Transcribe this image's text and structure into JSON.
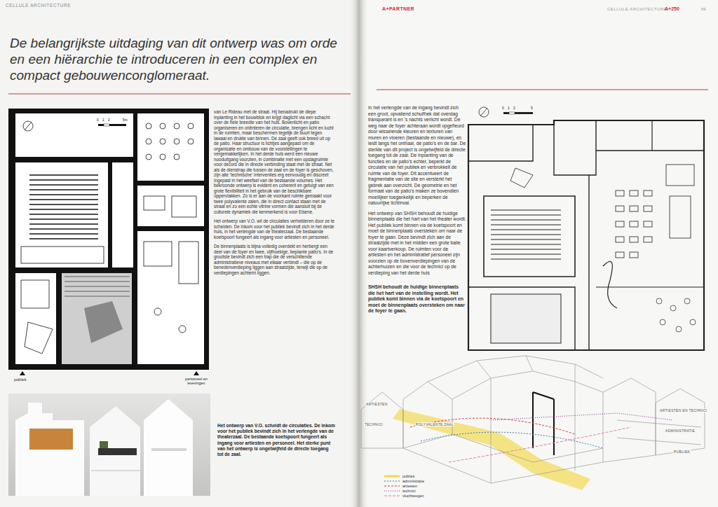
{
  "diagram": {
    "title": "De belangrijkste uitdaging van dit ontwerp was om orde en een hiërarchie te introduceren in een complex en compact gebouwenconglomeraat.",
    "labels": [
      "CELLULE ARCHITECTURE",
      "van Le Rideau met de straat. Hij benadrukt de diepe inplanting in het bouwblok en krijgt daglicht via een schacht over de hele breedte van het huis. Bovenlicht en patio organiseren en oriënteren de circulatie, brengen licht en lucht in de ruimten, maar beschermen tegelijk de buurt tegen lawaai en drukte van binnen. De zaal geeft ook breed uit op de patio. Haar structuur is lichtjes aangepast om de organisatie en ombouw van de voorstellingen te vergemakkelijken. In het derde huis werd een nieuwe nooduitgang voorzien, in combinatie met een opslagruimte voor decors die in directe verbinding staat met de straat. Net als de dienstrap die tussen de zaal en de foyer is geschoven, zijn alle 'technische' interventies erg eenvoudig en discreet ingepast in het weefsel van de bestaande volumes. Het bekroonde ontwerp is evident en coherent en getuigt van een grote flexibiliteit in het gebruik van de beschikbare oppervlakken. Zo is er aan de voorkant ruimte gemaakt voor twee polyvalente zalen, die in direct contact staan met de straat en zo een echte vitrine vormen die aansluit bij de culturele dynamiek die kenmerkend is voor Elsene.",
      "Het ontwerp van V.O. wil de circulaties verhelderen door ze te scheiden. De inkom voor het publiek bevindt zich in het derde huis, in het verlengde van de theaterzaal. De bestaande koetspoort fungeert als ingang voor artiesten en personeel.",
      "De binnenplaats is bijna volledig overdekt en herbergt een deel van de foyer en twee, vijfhoekige, beplante patio's. In de grootste bevindt zich een trap die de verschillende administratieve niveaus met elkaar verbindt – die op de benedenverdieping liggen aan straatzijde, terwijl die op de verdiepingen achterin liggen.",
      "0",
      "1",
      "2",
      "5m",
      "publiek",
      "personeel en leveringen",
      "Het ontwerp van V.O. scheidt de circulaties. De inkom voor het publiek bevindt zich in het verlengde van de theaterzaal. De bestaande koetspoort fungeert als ingang voor artiesten en personeel. Het sterke punt van het ontwerp is ongetwijfeld de directe toegang tot de zaal.",
      "A+PARTNER",
      "CELLULE ARCHITECTURE",
      "A+250",
      "69",
      "In het verlengde van de ingang bevindt zich een groot, opvallend schuifhek dat overdag transparant is en 's nachts verlicht wordt. De weg naar de foyer achteraan wordt opgefleurd door wisselende kleuren en texturen van muren en vloeren (bestaande en nieuwe), en leidt langs het onthaal, de patio's en de bar. De sterkte van dit project is ongetwijfeld de directe toegang tot de zaal. De inplanting van de functies en de patio's echter, beperkt de circulatie van het publiek en verbrokkelt de ruimte van de foyer. Dit accentueert de fragmentatie van de site en versterkt het gebrek aan overzicht. De geometrie en het formaat van de patio's maken ze bovendien moeilijker toegankelijk en beperken de natuurlijke lichtinval.",
      "Het ontwerp van SHSH behoudt de huidige binnenplaats die het hart van het theater wordt. Het publiek komt binnen via de koetspoort en moet de binnenplaats oversteken om naar de foyer te gaan. Deze bevindt zich aan de straatzijde met in het midden een grote balie voor kaartverkoop. De ruimten voor de artiesten en het administratief personeel zijn voorzien op de bovenverdiepingen van de achterhuizen en die voor de technici op de verdieping van het derde huis",
      "SHSH behoudt de huidige binnenplaats die het hart van de instelling wordt. Het publiek komt binnen via de koetspoort en moet de binnenplaats oversteken om naar de foyer te gaan.",
      "0",
      "1",
      "2",
      "5",
      "ARTIESTEN",
      "TECHNICI",
      "POLYVALENTE ZAAL",
      "ARTIESTEN EN TECHNICI",
      "ADMINISTRATIE",
      "PUBLIEK"
    ],
    "legend": [
      {
        "text": "publiek"
      },
      {
        "text": "administratie"
      },
      {
        "text": "artiesten"
      },
      {
        "text": "technici"
      },
      {
        "text": "vluchtwegen"
      }
    ]
  }
}
